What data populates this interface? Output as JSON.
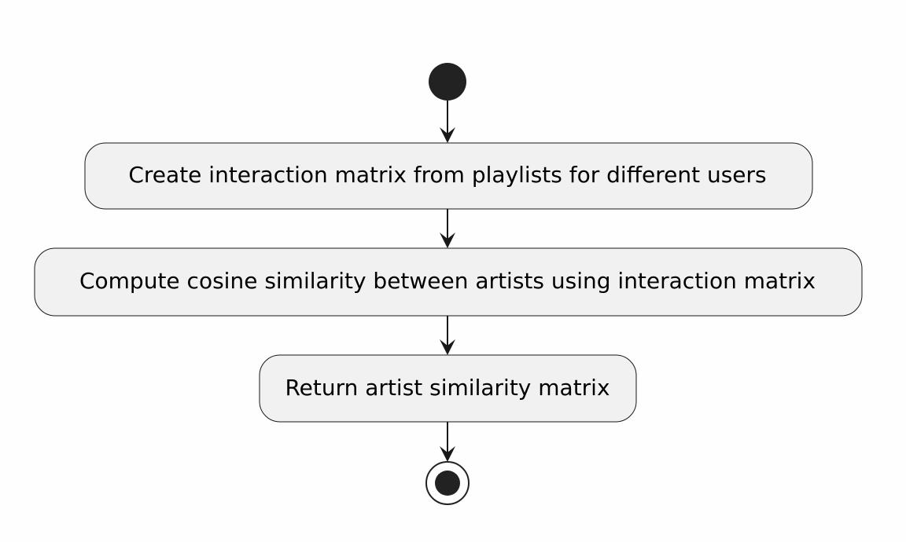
{
  "diagram": {
    "type": "activity",
    "start": "start-node",
    "end": "end-node",
    "steps": [
      {
        "id": "step-1",
        "label": "Create interaction matrix from playlists for different users"
      },
      {
        "id": "step-2",
        "label": "Compute cosine similarity between artists using interaction matrix"
      },
      {
        "id": "step-3",
        "label": "Return artist similarity matrix"
      }
    ],
    "flow": [
      "start-node",
      "step-1",
      "step-2",
      "step-3",
      "end-node"
    ]
  },
  "colors": {
    "node_fill": "#f1f1f1",
    "stroke": "#181818",
    "text": "#000000",
    "background": "#fefefe"
  }
}
